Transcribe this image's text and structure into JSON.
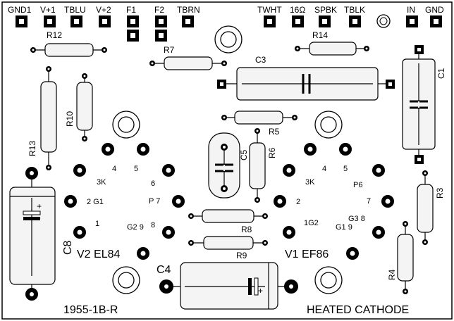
{
  "colors": {
    "ink": "#000000",
    "board": "#ffffff",
    "body": "#f4f4f4"
  },
  "top_terminals": [
    "GND1",
    "V+1",
    "TBLU",
    "V+2",
    "F1",
    "F2",
    "TBRN",
    "TWHT",
    "16Ω",
    "SPBK",
    "TBLK",
    "IN",
    "GND"
  ],
  "resistors": [
    "R12",
    "R7",
    "R14",
    "R10",
    "R13",
    "R5",
    "R6",
    "R3",
    "R8",
    "R9",
    "R4"
  ],
  "capacitors": [
    "C3",
    "C1",
    "C5",
    "C8",
    "C4"
  ],
  "socket_v2": {
    "name": "V2 EL84",
    "pins": [
      "1",
      "2 G1",
      "3K",
      "4",
      "5",
      "6",
      "P 7",
      "8",
      "G2 9"
    ]
  },
  "socket_v1": {
    "name": "V1 EF86",
    "pins": [
      "1G2",
      "2",
      "3K",
      "4",
      "5",
      "P6",
      "7",
      "G3 8",
      "G1 9"
    ]
  },
  "footer": {
    "board_id": "1955-1B-R",
    "note": "HEATED CATHODE"
  },
  "electrolytic_mark": "+"
}
